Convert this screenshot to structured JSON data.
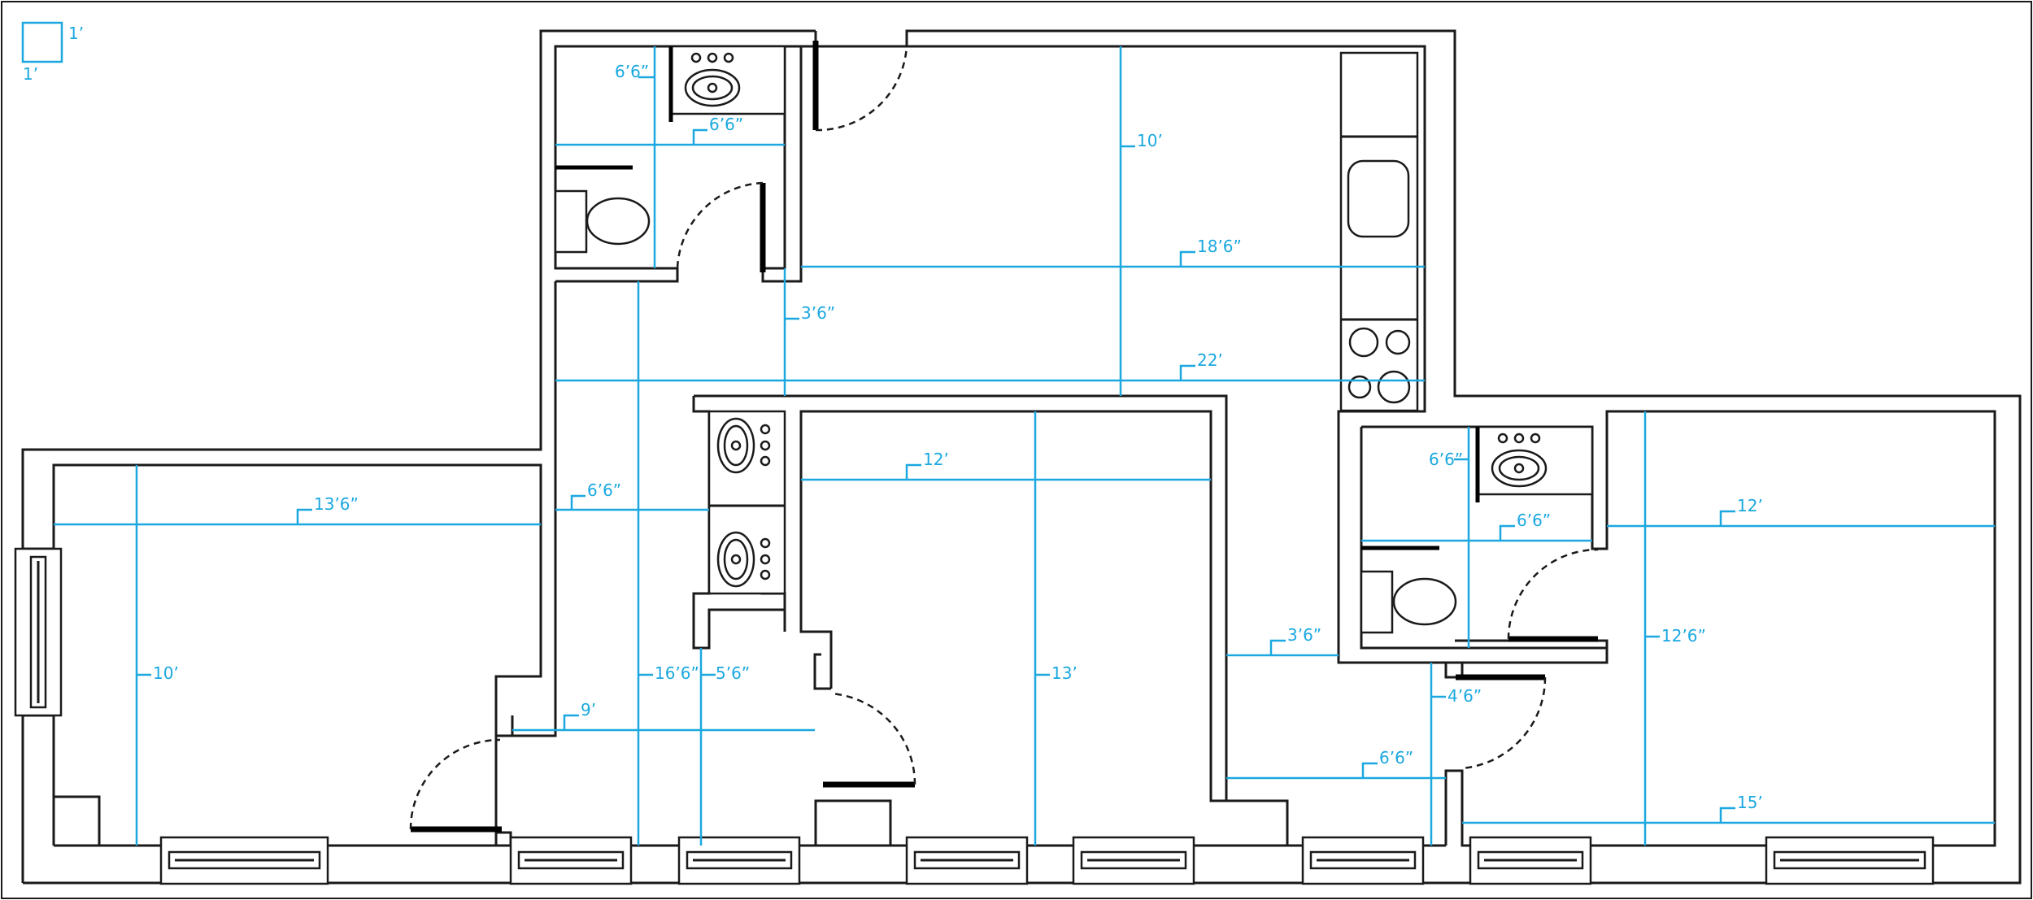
{
  "colors": {
    "dimension": "#1ba8e0",
    "wall": "#1a1a1a",
    "background": "#ffffff"
  },
  "legend": {
    "width_label": "1’",
    "height_label": "1’"
  },
  "dimensions": {
    "bath1_height": "6’6”",
    "bath1_width": "6’6”",
    "kitchen_height": "10’",
    "kitchen_length": "18’6”",
    "hall_short": "3’6”",
    "hall_long": "22’",
    "bedroom_center_width": "12’",
    "bedroom_left_width": "13’6”",
    "hall_width": "6’6”",
    "bedroom_left_height": "10’",
    "hall_length": "16’6”",
    "entry_depth": "5’6”",
    "entry_width": "9’",
    "bedroom_center_height": "13’",
    "bath2_height": "6’6”",
    "bath2_width": "6’6”",
    "bedroom_right_width": "12’",
    "passage_width": "3’6”",
    "bedroom_right_height": "12’6”",
    "passage_depth": "4’6”",
    "passage_length": "6’6”",
    "living_width": "15’"
  }
}
